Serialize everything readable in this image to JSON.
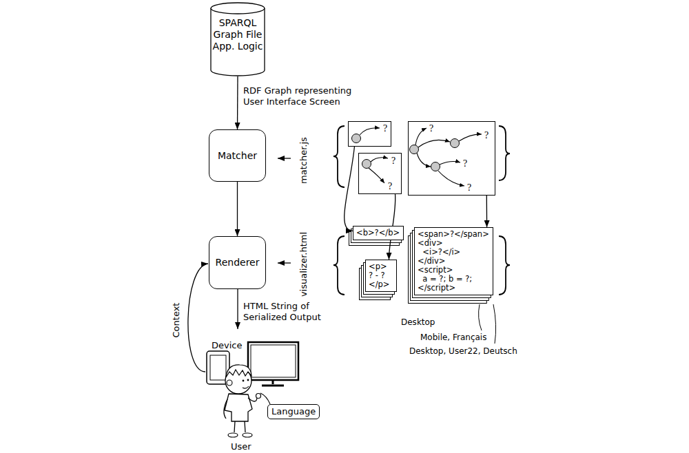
{
  "diagram": {
    "nodes": [
      {
        "text": [
          "SPARQL Graph File App. Logic"
        ]
      },
      {
        "text": [
          "Matcher"
        ]
      },
      {
        "text": [
          "Renderer"
        ]
      },
      {
        "text": [
          "?"
        ]
      },
      {
        "text": [
          "?",
          "?"
        ]
      },
      {
        "text": [
          "?",
          "?",
          "?",
          "?"
        ]
      },
      {
        "text": [
          "<b>?</b>"
        ]
      },
      {
        "text": [
          "<p>",
          "? - ?",
          "</p>"
        ]
      },
      {
        "text": [
          "<span>?</span>",
          "<div>",
          "  <i>?</i>",
          "</div>",
          "<script>",
          "  a = ?; b = ?;",
          "</script>"
        ]
      },
      {
        "text": [
          "Language"
        ]
      }
    ],
    "edges": [
      {
        "from": 0,
        "to": 1,
        "arrow": "to",
        "label": "RDF Graph representing User Interface Screen"
      },
      {
        "from": 1,
        "to": 2,
        "arrow": "to"
      },
      {
        "from": 3,
        "to": 6,
        "arrow": "to"
      },
      {
        "from": 4,
        "to": 7,
        "arrow": "to"
      },
      {
        "from": 5,
        "to": 8,
        "arrow": "to"
      }
    ],
    "labels": [
      "matcher.js",
      "visualizer.html",
      "HTML String of Serialized Output",
      "Context",
      "Device",
      "User",
      "Desktop",
      "Mobile, Français",
      "Desktop, User22, Deutsch"
    ]
  }
}
